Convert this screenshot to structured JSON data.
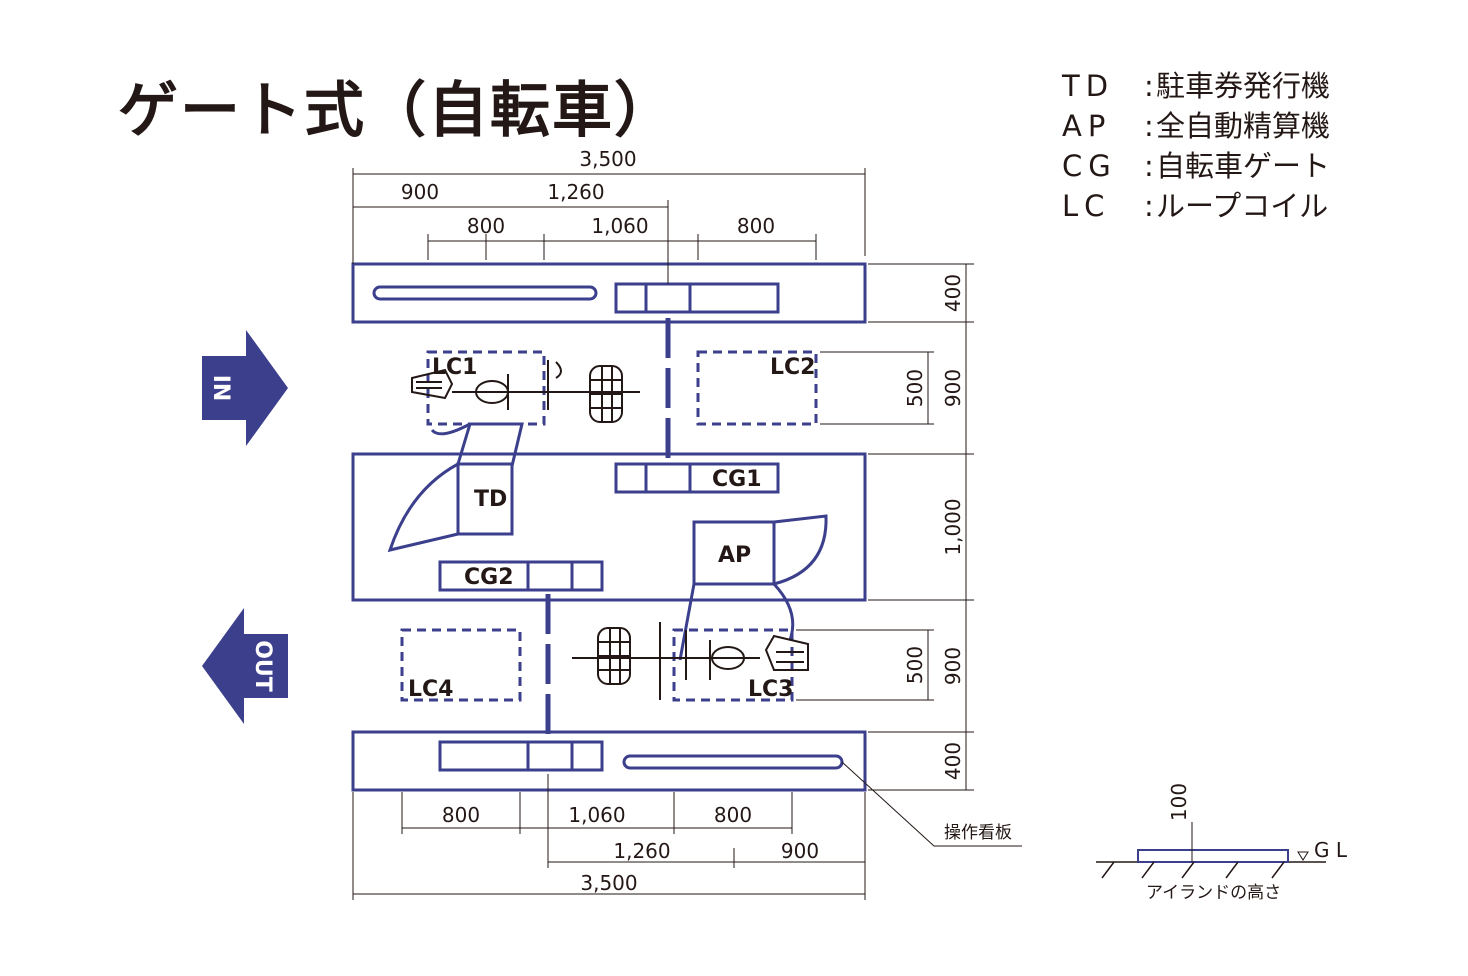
{
  "title": "ゲート式（自転車）",
  "legend": [
    {
      "code": "TD",
      "name": "駐車券発行機"
    },
    {
      "code": "AP",
      "name": "全自動精算機"
    },
    {
      "code": "CG",
      "name": "自転車ゲート"
    },
    {
      "code": "LC",
      "name": "ループコイル"
    }
  ],
  "arrows": {
    "in": "IN",
    "out": "OUT"
  },
  "equipment": {
    "td": "TD",
    "ap": "AP",
    "cg1": "CG1",
    "cg2": "CG2",
    "lc1": "LC1",
    "lc2": "LC2",
    "lc3": "LC3",
    "lc4": "LC4"
  },
  "dimensions": {
    "top_total": "3,500",
    "top_900": "900",
    "top_1260": "1,260",
    "top_800a": "800",
    "top_1060": "1,060",
    "top_800b": "800",
    "right_400a": "400",
    "right_900a": "900",
    "right_500a": "500",
    "right_1000": "1,000",
    "right_900b": "900",
    "right_500b": "500",
    "right_400b": "400",
    "bottom_800a": "800",
    "bottom_1060": "1,060",
    "bottom_800b": "800",
    "bottom_1260": "1,260",
    "bottom_900": "900",
    "bottom_total": "3,500"
  },
  "panel_label": "操作看板",
  "section": {
    "height": "100",
    "gl": "G L",
    "caption": "アイランドの高さ"
  },
  "colors": {
    "navy": "#3b3f8c",
    "ink": "#231815"
  }
}
